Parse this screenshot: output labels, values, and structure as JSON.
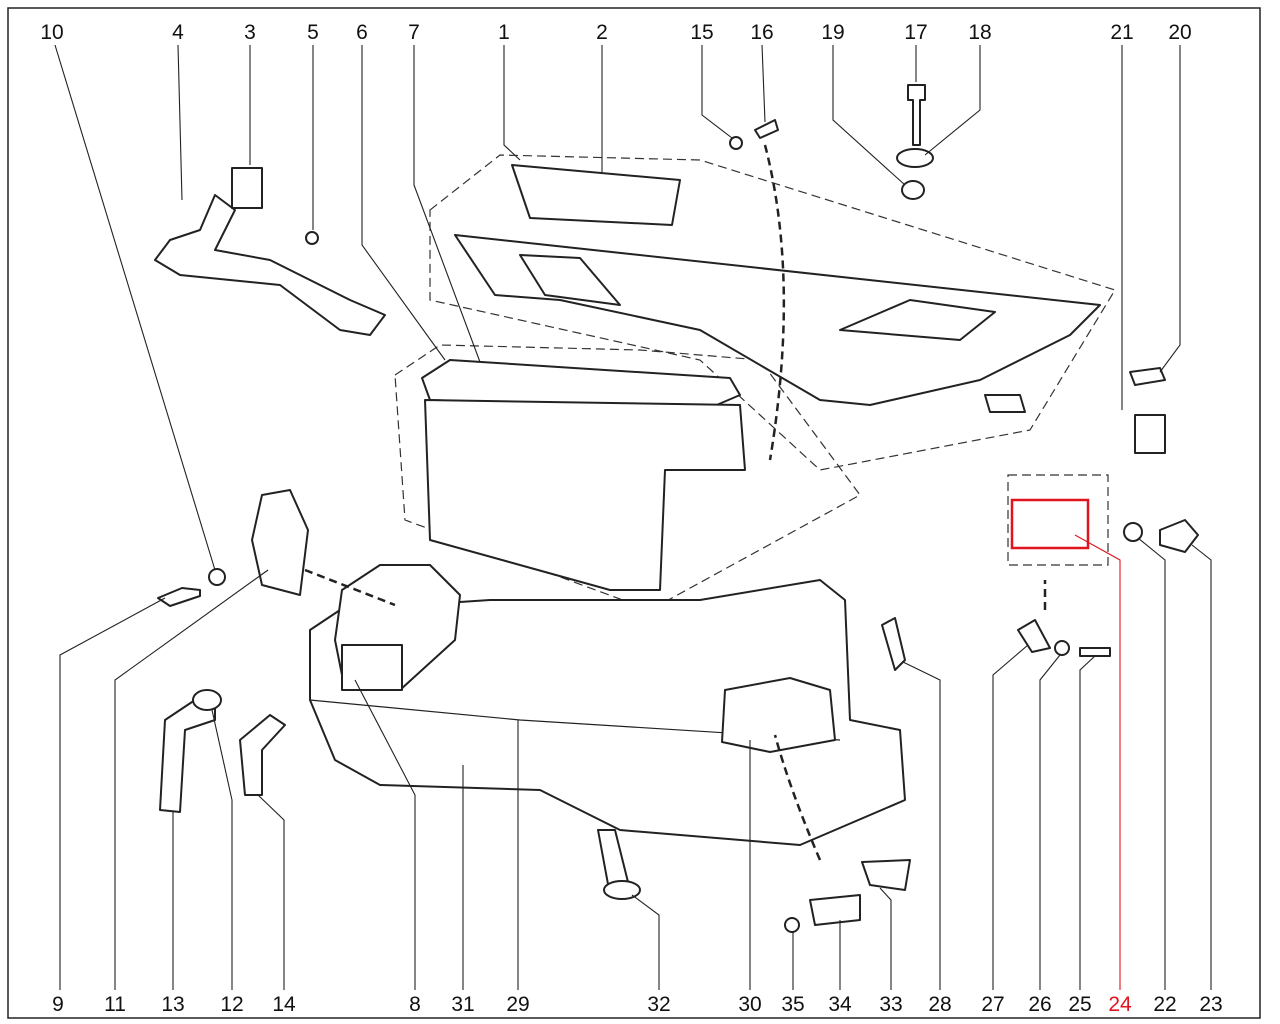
{
  "diagram": {
    "title": "Heater / air distribution housing exploded parts view",
    "highlight_color": "#e0141e",
    "top_labels": [
      "10",
      "4",
      "3",
      "5",
      "6",
      "7",
      "1",
      "2",
      "15",
      "16",
      "19",
      "17",
      "18",
      "21",
      "20"
    ],
    "bottom_labels": [
      "9",
      "11",
      "13",
      "12",
      "14",
      "8",
      "31",
      "29",
      "32",
      "30",
      "35",
      "34",
      "33",
      "28",
      "27",
      "26",
      "25",
      "24",
      "22",
      "23"
    ],
    "highlighted_part": "24"
  }
}
